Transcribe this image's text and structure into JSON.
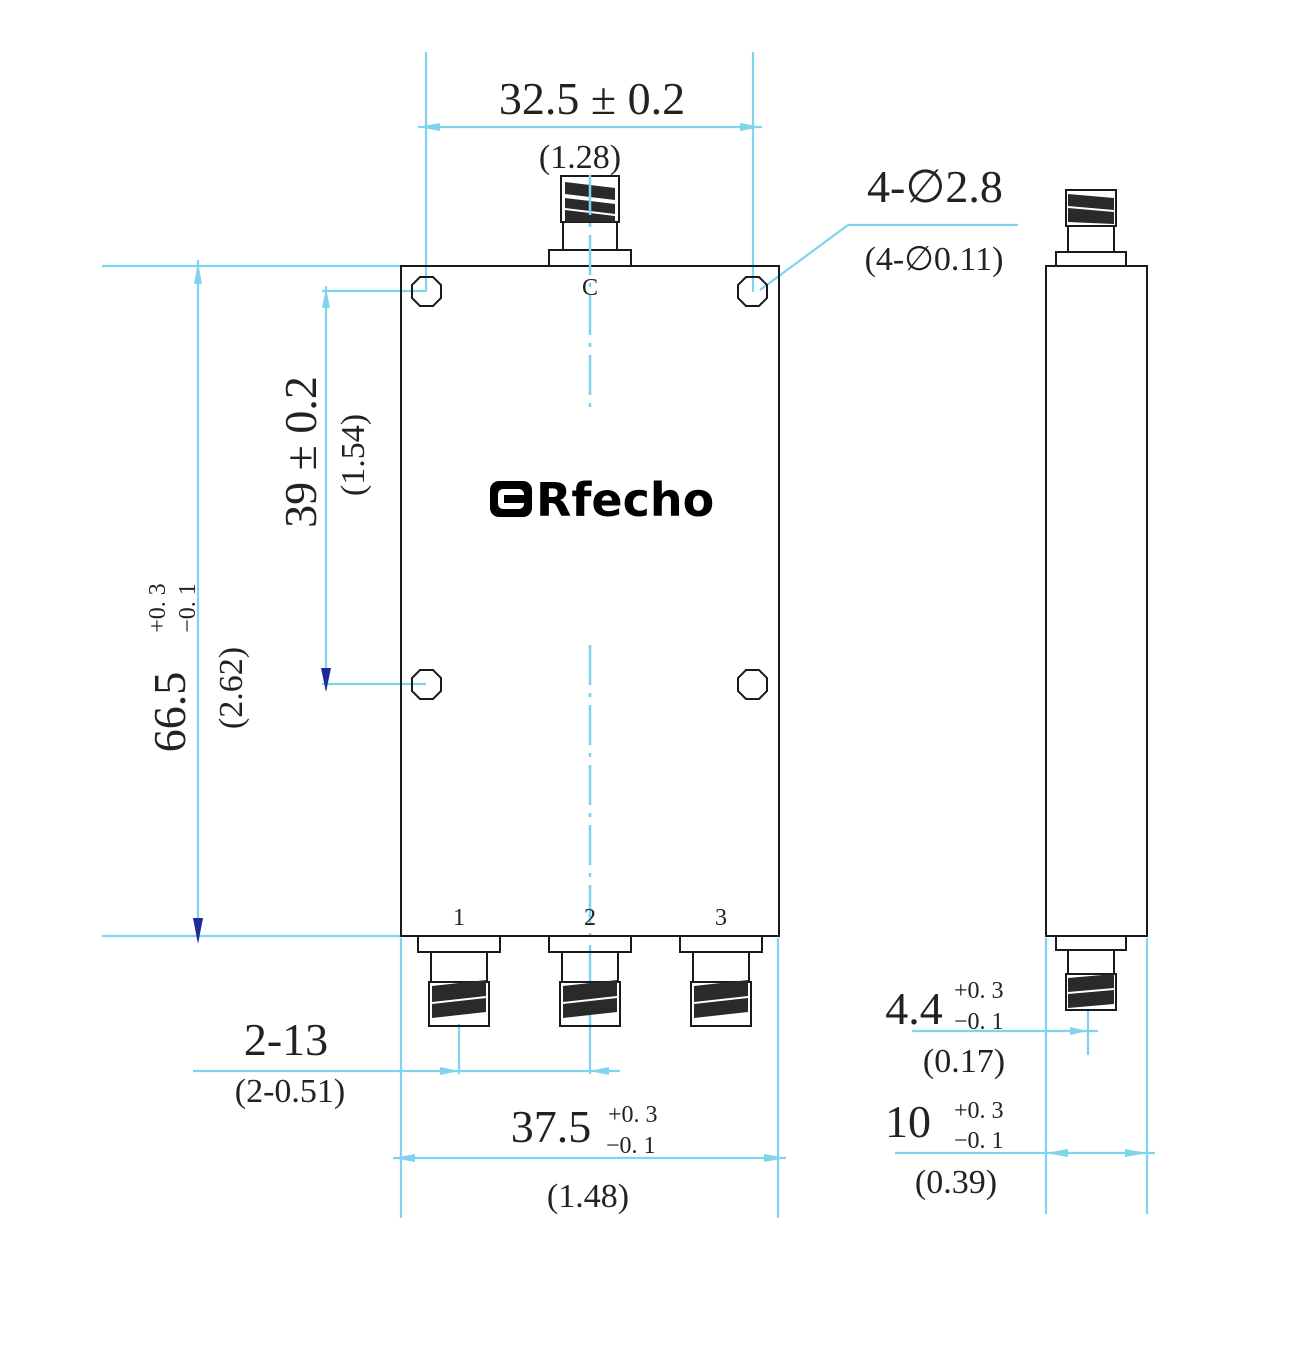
{
  "brand": {
    "name": "Rfecho"
  },
  "dimensions": {
    "top_width": "32.5 ± 0.2",
    "top_width_in": "(1.28)",
    "hole_spec": "4-∅2.8",
    "hole_spec_in": "(4-∅0.11)",
    "hole_spacing": "39 ± 0.2",
    "hole_spacing_in": "(1.54)",
    "height": "66.5",
    "height_tol_plus": "+0. 3",
    "height_tol_minus": "−0. 1",
    "height_in": "(2.62)",
    "port_pitch": "2-13",
    "port_pitch_in": "(2-0.51)",
    "bottom_width": "37.5",
    "bottom_width_tol_plus": "+0. 3",
    "bottom_width_tol_minus": "−0. 1",
    "bottom_width_in": "(1.48)",
    "offset": "4.4",
    "offset_tol_plus": "+0. 3",
    "offset_tol_minus": "−0. 1",
    "offset_in": "(0.17)",
    "depth": "10",
    "depth_tol_plus": "+0. 3",
    "depth_tol_minus": "−0. 1",
    "depth_in": "(0.39)"
  },
  "ports": {
    "common": "C",
    "port1": "1",
    "port2": "2",
    "port3": "3"
  }
}
